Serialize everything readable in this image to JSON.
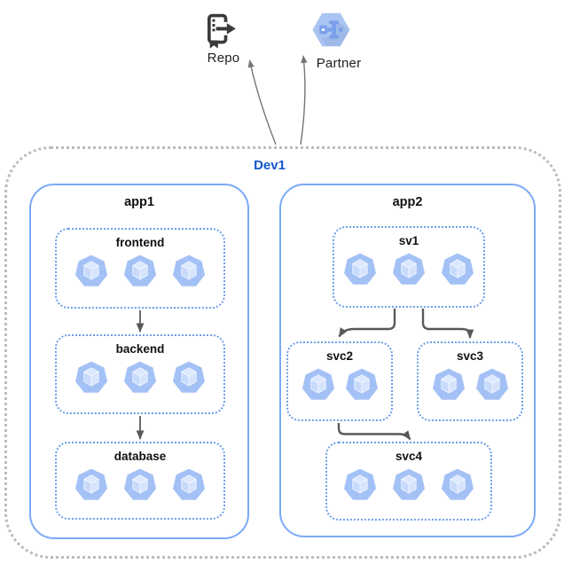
{
  "diagram": {
    "external_nodes": [
      {
        "id": "repo",
        "label": "Repo",
        "icon": "source-repository-icon"
      },
      {
        "id": "partner",
        "label": "Partner",
        "icon": "partner-interconnect-hexagon-icon"
      }
    ],
    "environment": {
      "label": "Dev1",
      "apps": [
        {
          "label": "app1",
          "services": [
            {
              "label": "frontend",
              "pods": 3
            },
            {
              "label": "backend",
              "pods": 3
            },
            {
              "label": "database",
              "pods": 3
            }
          ],
          "flows": [
            "frontend → backend",
            "backend → database"
          ]
        },
        {
          "label": "app2",
          "services": [
            {
              "label": "sv1",
              "pods": 3
            },
            {
              "label": "svc2",
              "pods": 2
            },
            {
              "label": "svc3",
              "pods": 2
            },
            {
              "label": "svc4",
              "pods": 3
            }
          ],
          "flows": [
            "sv1 → svc2",
            "sv1 → svc3",
            "svc2 → svc4"
          ]
        }
      ]
    },
    "external_flows": [
      "Dev1 → Repo",
      "Dev1 → Partner"
    ]
  },
  "colors": {
    "env_label": "#1155cc",
    "app_border": "#7baaf7",
    "service_border": "#6d9eeb",
    "outer_border": "#bcbcbc",
    "pod_fill": "#a3c1f5",
    "pod_cube_top": "#dce8fd",
    "pod_cube_left": "#c7dafb",
    "pod_cube_right": "#d5e3fc",
    "pod_cube_edge": "#f0f6ff",
    "arrow": "#595959",
    "thin_arrow": "#757575",
    "partner_hexagon": "#a9c4f2",
    "partner_glyph": "#7aa0ea",
    "repo_icon": "#3a3a3a"
  }
}
